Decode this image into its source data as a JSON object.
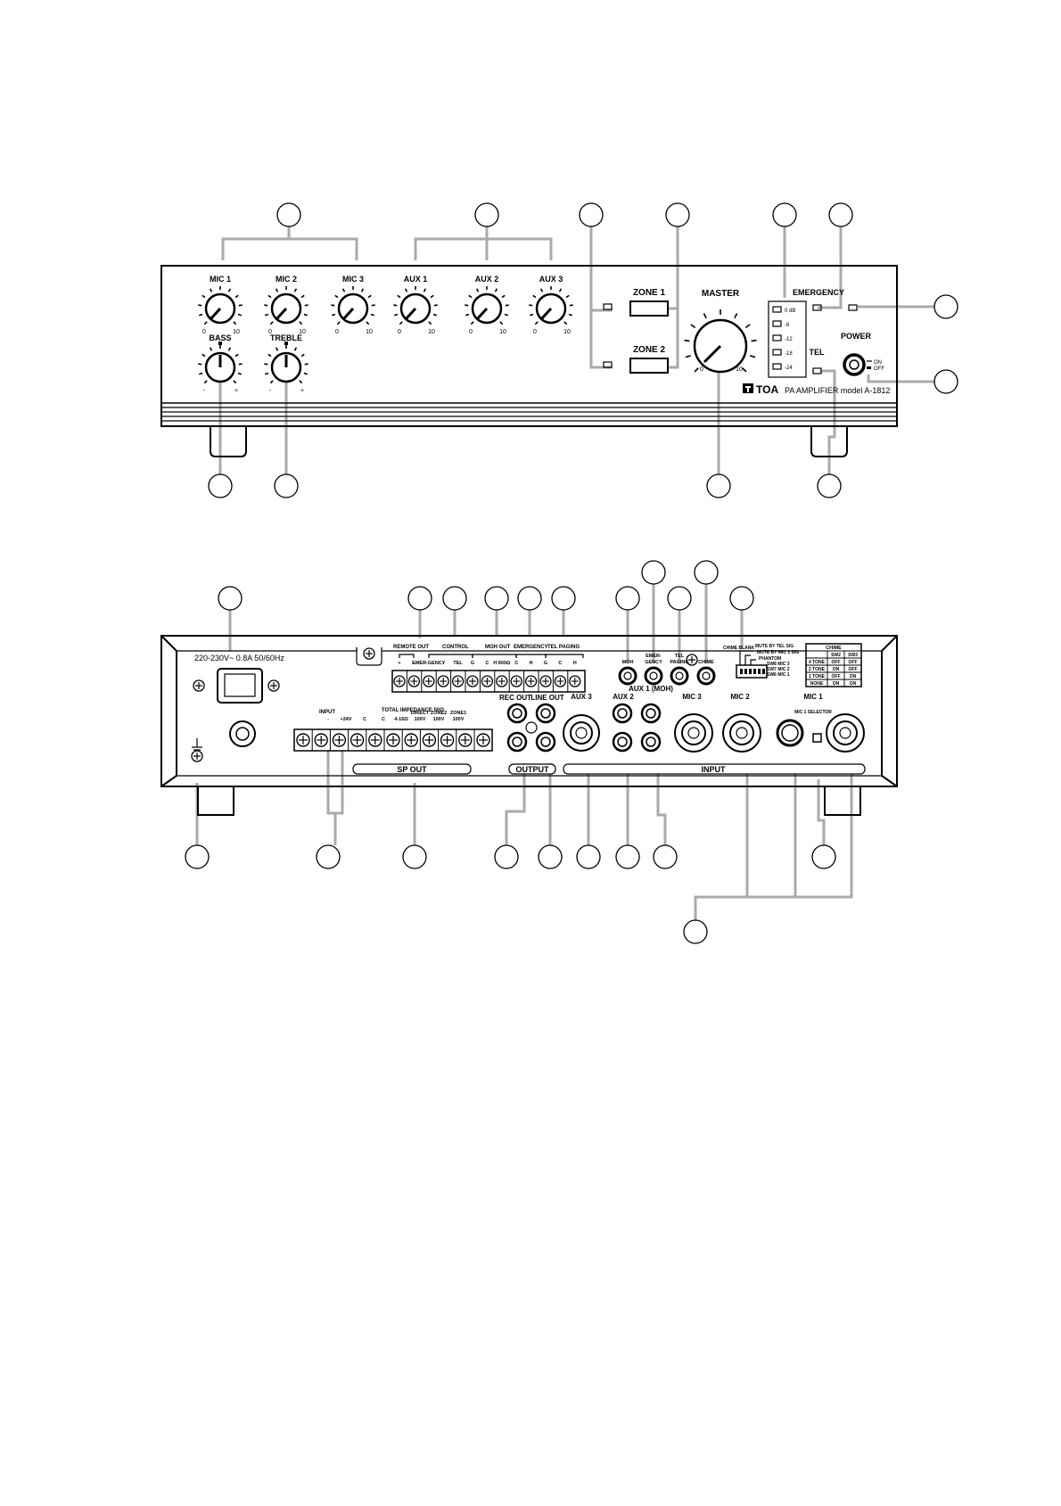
{
  "front": {
    "knobs": [
      {
        "label": "MIC 1",
        "min": "0",
        "max": "10"
      },
      {
        "label": "MIC 2",
        "min": "0",
        "max": "10"
      },
      {
        "label": "MIC 3",
        "min": "0",
        "max": "10"
      },
      {
        "label": "AUX 1",
        "min": "0",
        "max": "10"
      },
      {
        "label": "AUX 2",
        "min": "0",
        "max": "10"
      },
      {
        "label": "AUX 3",
        "min": "0",
        "max": "10"
      },
      {
        "label": "BASS",
        "min": "-",
        "max": "+"
      },
      {
        "label": "TREBLE",
        "min": "-",
        "max": "+"
      }
    ],
    "zone1": "ZONE 1",
    "zone2": "ZONE 2",
    "master": "MASTER",
    "master_min": "0",
    "master_max": "10",
    "meter": [
      "0 dB",
      "-6",
      "-12",
      "-18",
      "-24"
    ],
    "emergency": "EMERGENCY",
    "tel": "TEL",
    "power": "POWER",
    "power_on": "ON",
    "power_off": "OFF",
    "logo": "TOA",
    "model": "PA AMPLIFIER model A-1812"
  },
  "rear": {
    "mains": "220-230V~ 0.8A 50/60Hz",
    "remote_out": "REMOTE OUT",
    "control": "CONTROL",
    "moh_out": "MOH OUT",
    "emergency": "EMERGENCY",
    "tel_paging": "TEL PAGING",
    "term_labels": [
      "+",
      "-",
      "EMER-GENCY",
      "-",
      "TEL",
      "G",
      "C",
      "H 600Ω",
      "C",
      "H",
      "G",
      "C",
      "H"
    ],
    "sp_input": "INPUT",
    "sp_terms": [
      "-",
      "+24V",
      "C",
      "C",
      "4-16Ω",
      "DIRECT 100V",
      "ZONE2 100V",
      "ZONE1 100V"
    ],
    "total_impedance": "TOTAL IMPEDANCE 50Ω",
    "sp_out": "SP OUT",
    "rec_out": "REC OUT",
    "line_out": "LINE OUT",
    "output": "OUTPUT",
    "input": "INPUT",
    "aux3": "AUX 3",
    "aux2": "AUX 2",
    "aux1": "AUX 1 (MOH)",
    "mic3": "MIC 3",
    "mic2": "MIC 2",
    "mic1": "MIC 1",
    "mic1_selector": "MIC 1 SELECTOR",
    "jacks": [
      "MOH",
      "EMER-GENCY",
      "TEL PAGING",
      "CHIME"
    ],
    "chime_blank": "CHIME BLANK",
    "dip_notes": [
      "MUTE BY TEL SIG",
      "MUTE BY MIC 1 SIG",
      "PHANTOM",
      "SW8 MIC 3",
      "SW7 MIC 2",
      "SW6 MIC 1"
    ],
    "chime_table": {
      "title": "CHIME",
      "header": [
        "",
        "SW2",
        "SW3"
      ],
      "rows": [
        [
          "4 TONE",
          "OFF",
          "OFF"
        ],
        [
          "2 TONE",
          "ON",
          "OFF"
        ],
        [
          "1 TONE",
          "OFF",
          "ON"
        ],
        [
          "NONE",
          "ON",
          "ON"
        ]
      ]
    }
  }
}
